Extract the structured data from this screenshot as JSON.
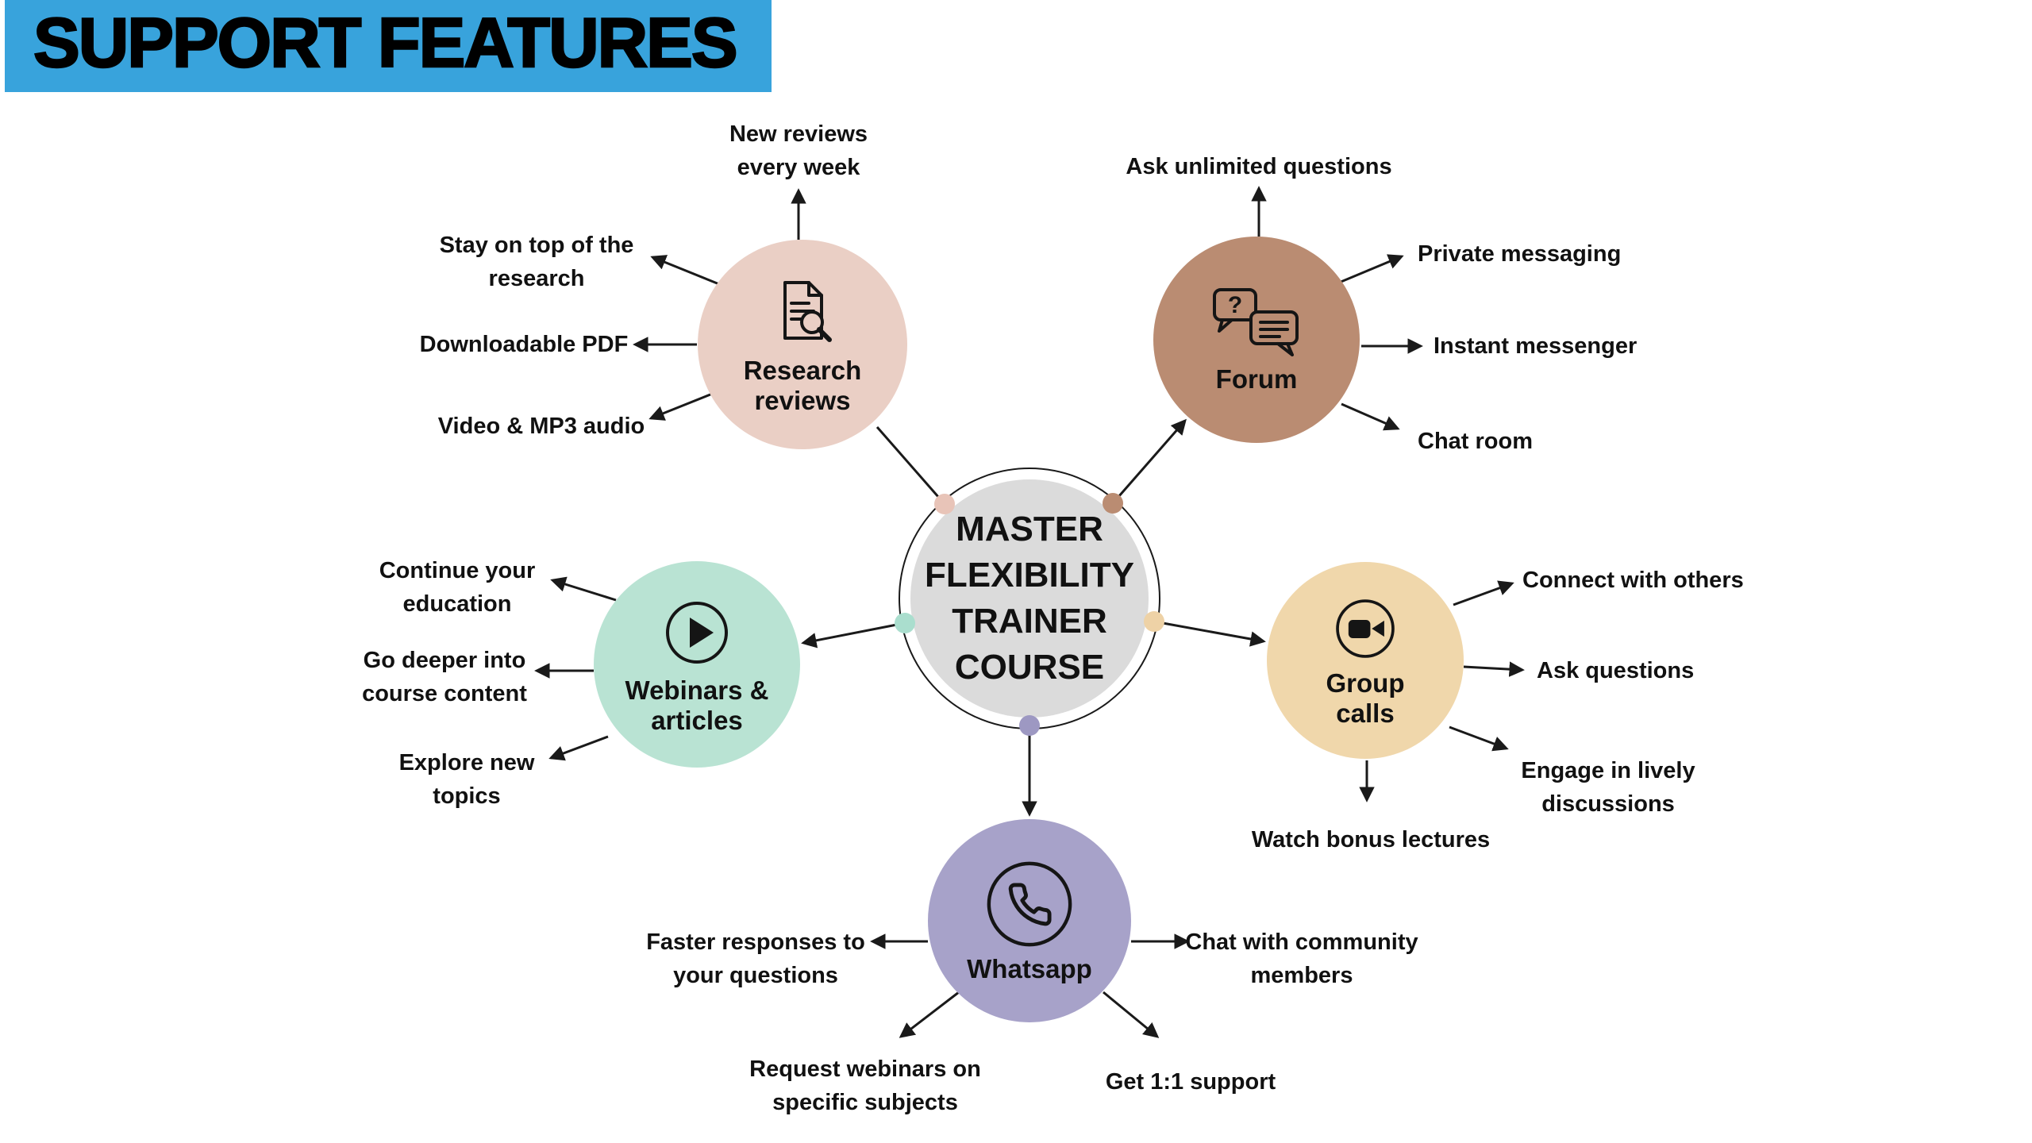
{
  "title": {
    "text": "SUPPORT FEATURES"
  },
  "colors": {
    "title_bg": "#38A3DC",
    "center_fill": "#DBDBDB",
    "research": "#EACFC5",
    "forum": "#BA8C72",
    "webinars": "#B9E3D3",
    "group_calls": "#F0D7AB",
    "whatsapp": "#A7A2C9",
    "research_dot": "#E8C4B8",
    "forum_dot": "#BA8C72",
    "webinars_dot": "#AADECE",
    "group_calls_dot": "#EED2A6",
    "whatsapp_dot": "#9D98C2"
  },
  "center": {
    "label": "MASTER\nFLEXIBILITY\nTRAINER\nCOURSE"
  },
  "nodes": {
    "research": {
      "label": "Research\nreviews",
      "icon": "document-search-icon",
      "spokes": {
        "top": "New reviews\nevery week",
        "upper_left": "Stay on top of the\nresearch",
        "left": "Downloadable PDF",
        "lower_left": "Video & MP3 audio"
      }
    },
    "forum": {
      "label": "Forum",
      "icon": "chat-bubbles-icon",
      "spokes": {
        "top": "Ask unlimited questions",
        "upper_right": "Private messaging",
        "right": "Instant messenger",
        "lower_right": "Chat room"
      }
    },
    "webinars": {
      "label": "Webinars &\narticles",
      "icon": "play-icon",
      "spokes": {
        "upper_left": "Continue your\neducation",
        "left": "Go deeper into\ncourse content",
        "lower_left": "Explore new\ntopics"
      }
    },
    "group_calls": {
      "label": "Group\ncalls",
      "icon": "video-camera-icon",
      "spokes": {
        "upper_right": "Connect with others",
        "right": "Ask questions",
        "lower_right": "Engage in lively\ndiscussions",
        "down": "Watch bonus lectures"
      }
    },
    "whatsapp": {
      "label": "Whatsapp",
      "icon": "phone-icon",
      "spokes": {
        "left": "Faster responses to\nyour questions",
        "right": "Chat with community\nmembers",
        "lower_left": "Request webinars on\nspecific subjects",
        "lower_right": "Get 1:1 support"
      }
    }
  }
}
